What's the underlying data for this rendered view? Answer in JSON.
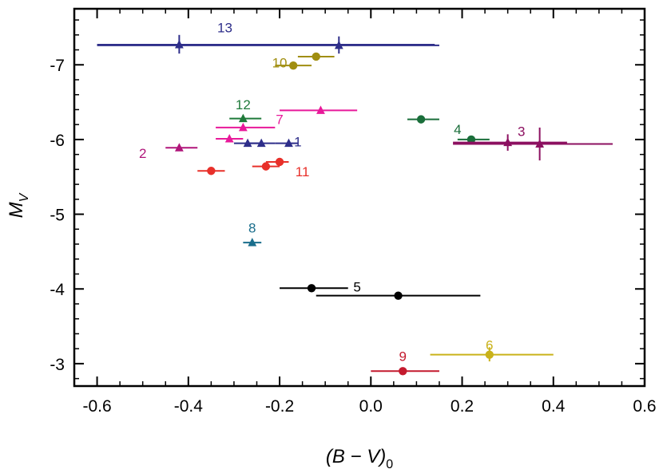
{
  "chart_data": {
    "type": "scatter",
    "xlabel": {
      "main": "(B − V)",
      "sub": "0"
    },
    "ylabel": {
      "main": "M",
      "sub": "V"
    },
    "xlim": [
      -0.65,
      0.6
    ],
    "ylim": [
      -2.7,
      -7.75
    ],
    "x_ticks": [
      -0.6,
      -0.4,
      -0.2,
      0.0,
      0.2,
      0.4,
      0.6
    ],
    "x_tick_labels": [
      "-0.6",
      "-0.4",
      "-0.2",
      "0.0",
      "0.2",
      "0.4",
      "0.6"
    ],
    "y_ticks": [
      -3,
      -4,
      -5,
      -6,
      -7
    ],
    "y_tick_labels": [
      "-3",
      "-4",
      "-5",
      "-6",
      "-7"
    ],
    "grid": false,
    "legend": "none",
    "colors": {
      "1": "#2e2e8a",
      "2": "#b0157a",
      "3": "#8c1060",
      "4": "#1a6e3a",
      "5": "#000000",
      "6": "#c9b21a",
      "7": "#e8199a",
      "8": "#1a6e8c",
      "9": "#c41a2e",
      "10": "#a08e10",
      "11": "#e8302a",
      "12": "#1f7a3a",
      "13": "#2e2e8a"
    },
    "points": [
      {
        "group": "13",
        "marker": "triangle",
        "x": -0.42,
        "y": -7.27,
        "xerr": [
          -0.6,
          0.14
        ],
        "yerr": [
          -7.15,
          -7.4
        ]
      },
      {
        "group": "13",
        "marker": "triangle",
        "x": -0.07,
        "y": -7.26,
        "xerr": [
          -0.6,
          0.15
        ],
        "yerr": [
          -7.15,
          -7.38
        ]
      },
      {
        "group": "10",
        "marker": "circle",
        "x": -0.17,
        "y": -6.99,
        "xerr": [
          -0.21,
          -0.13
        ]
      },
      {
        "group": "10",
        "marker": "circle",
        "x": -0.12,
        "y": -7.11,
        "xerr": [
          -0.16,
          -0.08
        ]
      },
      {
        "group": "12",
        "marker": "triangle",
        "x": -0.28,
        "y": -6.28,
        "xerr": [
          -0.31,
          -0.24
        ]
      },
      {
        "group": "7",
        "marker": "triangle",
        "x": -0.11,
        "y": -6.39,
        "xerr": [
          -0.2,
          -0.03
        ]
      },
      {
        "group": "7",
        "marker": "triangle",
        "x": -0.28,
        "y": -6.16,
        "xerr": [
          -0.34,
          -0.21
        ]
      },
      {
        "group": "7",
        "marker": "triangle",
        "x": -0.31,
        "y": -6.01,
        "xerr": [
          -0.34,
          -0.28
        ]
      },
      {
        "group": "1",
        "marker": "triangle",
        "x": -0.27,
        "y": -5.95,
        "xerr": [
          -0.3,
          -0.24
        ]
      },
      {
        "group": "1",
        "marker": "triangle",
        "x": -0.24,
        "y": -5.95,
        "xerr": [
          -0.27,
          -0.21
        ]
      },
      {
        "group": "1",
        "marker": "triangle",
        "x": -0.18,
        "y": -5.95,
        "xerr": [
          -0.21,
          -0.16
        ]
      },
      {
        "group": "2",
        "marker": "triangle",
        "x": -0.42,
        "y": -5.89,
        "xerr": [
          -0.45,
          -0.38
        ]
      },
      {
        "group": "11",
        "marker": "circle",
        "x": -0.35,
        "y": -5.58,
        "xerr": [
          -0.38,
          -0.32
        ]
      },
      {
        "group": "11",
        "marker": "circle",
        "x": -0.23,
        "y": -5.64,
        "xerr": [
          -0.26,
          -0.2
        ]
      },
      {
        "group": "11",
        "marker": "circle",
        "x": -0.2,
        "y": -5.7,
        "xerr": [
          -0.23,
          -0.18
        ]
      },
      {
        "group": "4",
        "marker": "circle",
        "x": 0.11,
        "y": -6.27,
        "xerr": [
          0.08,
          0.15
        ]
      },
      {
        "group": "4",
        "marker": "circle",
        "x": 0.22,
        "y": -6.0,
        "xerr": [
          0.19,
          0.26
        ]
      },
      {
        "group": "3",
        "marker": "triangle",
        "x": 0.3,
        "y": -5.96,
        "xerr": [
          0.18,
          0.43
        ],
        "yerr": [
          -5.85,
          -6.07
        ]
      },
      {
        "group": "3",
        "marker": "triangle",
        "x": 0.37,
        "y": -5.94,
        "xerr": [
          0.18,
          0.53
        ],
        "yerr": [
          -5.72,
          -6.16
        ]
      },
      {
        "group": "8",
        "marker": "triangle",
        "x": -0.26,
        "y": -4.62,
        "xerr": [
          -0.28,
          -0.24
        ]
      },
      {
        "group": "5",
        "marker": "circle",
        "x": -0.13,
        "y": -4.01,
        "xerr": [
          -0.2,
          -0.05
        ]
      },
      {
        "group": "5",
        "marker": "circle",
        "x": 0.06,
        "y": -3.91,
        "xerr": [
          -0.12,
          0.24
        ]
      },
      {
        "group": "6",
        "marker": "circle",
        "x": 0.26,
        "y": -3.12,
        "xerr": [
          0.13,
          0.4
        ],
        "yerr": [
          -3.03,
          -3.22
        ]
      },
      {
        "group": "9",
        "marker": "circle",
        "x": 0.07,
        "y": -2.9,
        "xerr": [
          0.0,
          0.15
        ]
      }
    ],
    "annotations": [
      {
        "text": "13",
        "x": -0.32,
        "y": -7.5
      },
      {
        "text": "10",
        "x": -0.2,
        "y": -7.03
      },
      {
        "text": "12",
        "x": -0.28,
        "y": -6.47
      },
      {
        "text": "7",
        "x": -0.2,
        "y": -6.27
      },
      {
        "text": "1",
        "x": -0.16,
        "y": -5.97
      },
      {
        "text": "2",
        "x": -0.5,
        "y": -5.82
      },
      {
        "text": "11",
        "x": -0.15,
        "y": -5.57
      },
      {
        "text": "4",
        "x": 0.19,
        "y": -6.14
      },
      {
        "text": "3",
        "x": 0.33,
        "y": -6.11
      },
      {
        "text": "8",
        "x": -0.26,
        "y": -4.82
      },
      {
        "text": "5",
        "x": -0.03,
        "y": -4.03
      },
      {
        "text": "6",
        "x": 0.26,
        "y": -3.25
      },
      {
        "text": "9",
        "x": 0.07,
        "y": -3.1
      }
    ]
  }
}
